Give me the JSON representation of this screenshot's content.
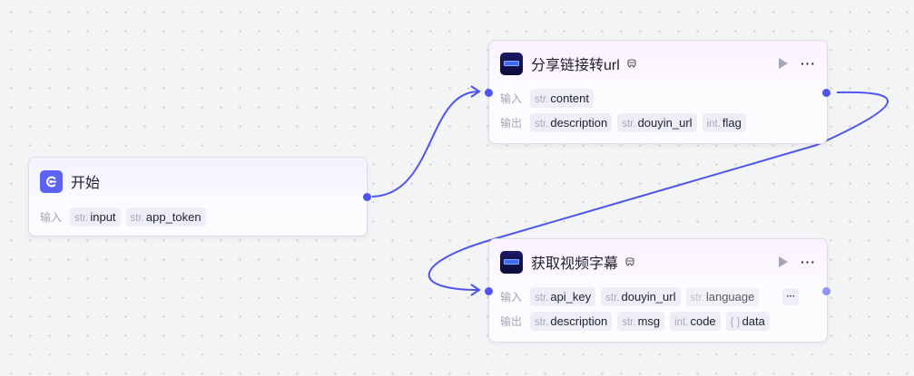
{
  "canvas": {
    "accent_color": "#4f55ec",
    "edge_color": "#4f55ec"
  },
  "nodes": [
    {
      "id": "start",
      "title": "开始",
      "icon": "start-icon",
      "input_label": "输入",
      "inputs": [
        {
          "type": "str.",
          "name": "input"
        },
        {
          "type": "str.",
          "name": "app_token"
        }
      ]
    },
    {
      "id": "share-to-url",
      "title": "分享链接转url",
      "icon": "plugin-icon",
      "badge_icon": "plugin-mask-icon",
      "run_icon": "play-icon",
      "more_label": "···",
      "input_label": "输入",
      "output_label": "输出",
      "inputs": [
        {
          "type": "str.",
          "name": "content"
        }
      ],
      "outputs": [
        {
          "type": "str.",
          "name": "description"
        },
        {
          "type": "str.",
          "name": "douyin_url"
        },
        {
          "type": "int.",
          "name": "flag"
        }
      ]
    },
    {
      "id": "get-subtitles",
      "title": "获取视频字幕",
      "icon": "plugin-icon",
      "badge_icon": "plugin-mask-icon",
      "run_icon": "play-icon",
      "more_label": "···",
      "input_label": "输入",
      "output_label": "输出",
      "inputs": [
        {
          "type": "str.",
          "name": "api_key"
        },
        {
          "type": "str.",
          "name": "douyin_url"
        },
        {
          "type": "str.",
          "name": "language"
        }
      ],
      "inputs_overflow_label": "···",
      "outputs": [
        {
          "type": "str.",
          "name": "description"
        },
        {
          "type": "str.",
          "name": "msg"
        },
        {
          "type": "int.",
          "name": "code"
        },
        {
          "type": "{ }",
          "name": "data"
        }
      ]
    }
  ],
  "edges": [
    {
      "from": "start",
      "to": "share-to-url"
    },
    {
      "from": "share-to-url",
      "to": "get-subtitles"
    }
  ]
}
